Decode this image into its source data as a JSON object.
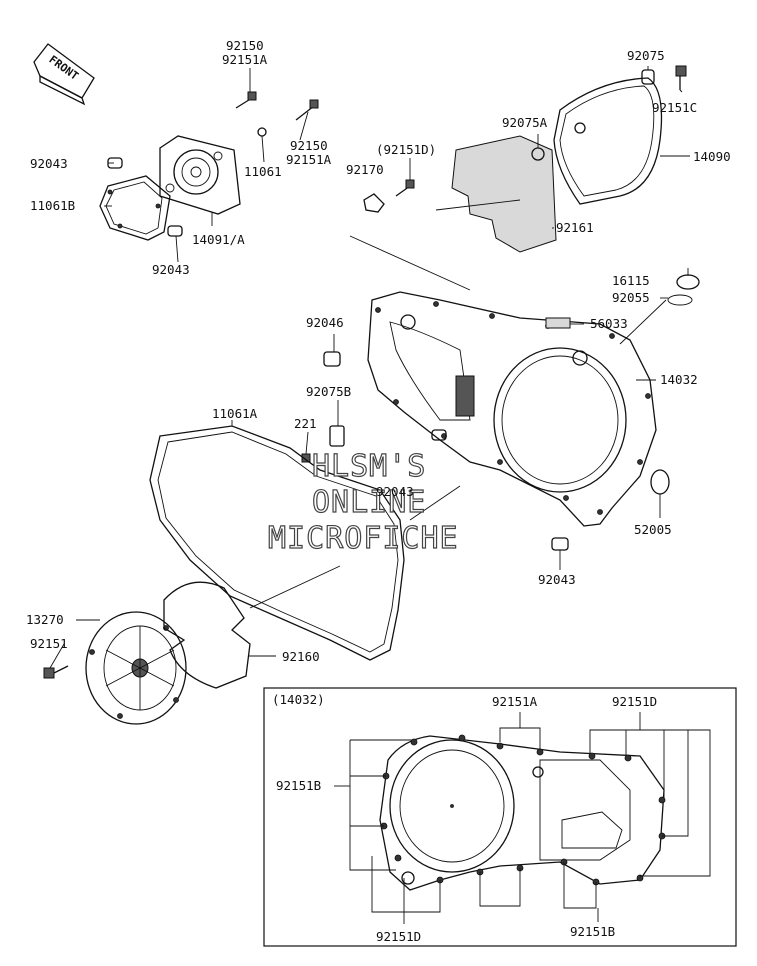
{
  "direction_tag": "FRONT",
  "watermark": [
    "HLSM'S",
    "ONLINE",
    "MICROFICHE"
  ],
  "labels": {
    "l_92150_top": "92150",
    "l_92151A_top": "92151A",
    "l_92075": "92075",
    "l_92151C": "92151C",
    "l_92075A": "92075A",
    "l_92151D_paren": "(92151D)",
    "l_14090": "14090",
    "l_92043_a": "92043",
    "l_11061": "11061",
    "l_92150_mid": "92150",
    "l_92151A_mid": "92151A",
    "l_92170": "92170",
    "l_11061B": "11061B",
    "l_14091A": "14091/A",
    "l_92043_b": "92043",
    "l_92161": "92161",
    "l_16115": "16115",
    "l_92055": "92055",
    "l_92046": "92046",
    "l_56033": "56033",
    "l_14032": "14032",
    "l_92075B": "92075B",
    "l_11061A": "11061A",
    "l_221": "221",
    "l_92043_c": "92043",
    "l_52005": "52005",
    "l_92043_d": "92043",
    "l_13270": "13270",
    "l_92151": "92151",
    "l_92160": "92160"
  },
  "inset": {
    "title": "(14032)",
    "label_92151A": "92151A",
    "label_92151D_top": "92151D",
    "label_92151B_left": "92151B",
    "label_92151D_bottom": "92151D",
    "label_92151B_bottom": "92151B"
  }
}
